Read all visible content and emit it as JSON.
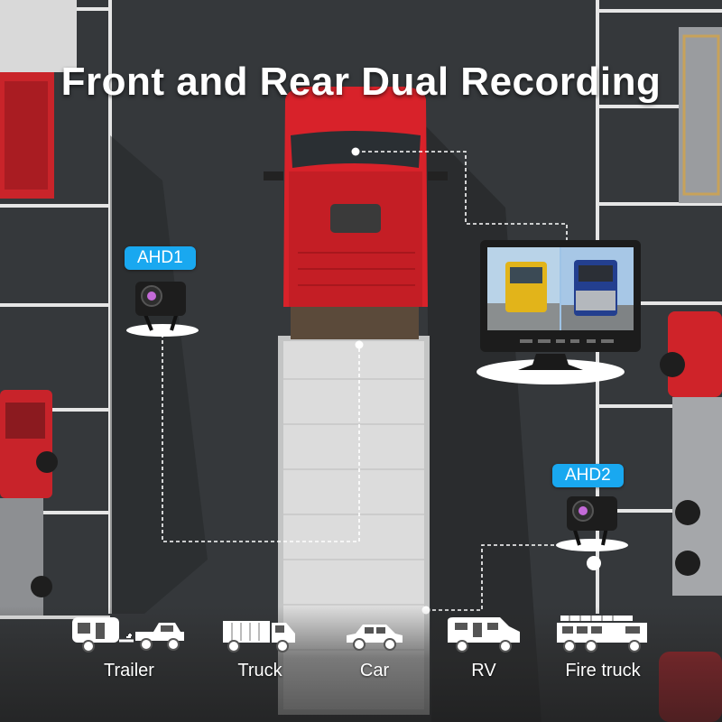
{
  "headline": "Front and Rear Dual Recording",
  "cameras": [
    {
      "label": "AHD1"
    },
    {
      "label": "AHD2"
    }
  ],
  "colors": {
    "badge": "#19a8f0",
    "truck_cab": "#d8222a",
    "trailer_roof": "#dcdcdc",
    "asphalt": "#3a3d40",
    "parking_line": "#e8e8e8"
  },
  "vehicles": [
    {
      "label": "Trailer",
      "icon": "trailer-icon"
    },
    {
      "label": "Truck",
      "icon": "truck-icon"
    },
    {
      "label": "Car",
      "icon": "car-icon"
    },
    {
      "label": "RV",
      "icon": "rv-icon"
    },
    {
      "label": "Fire truck",
      "icon": "fire-truck-icon"
    }
  ]
}
